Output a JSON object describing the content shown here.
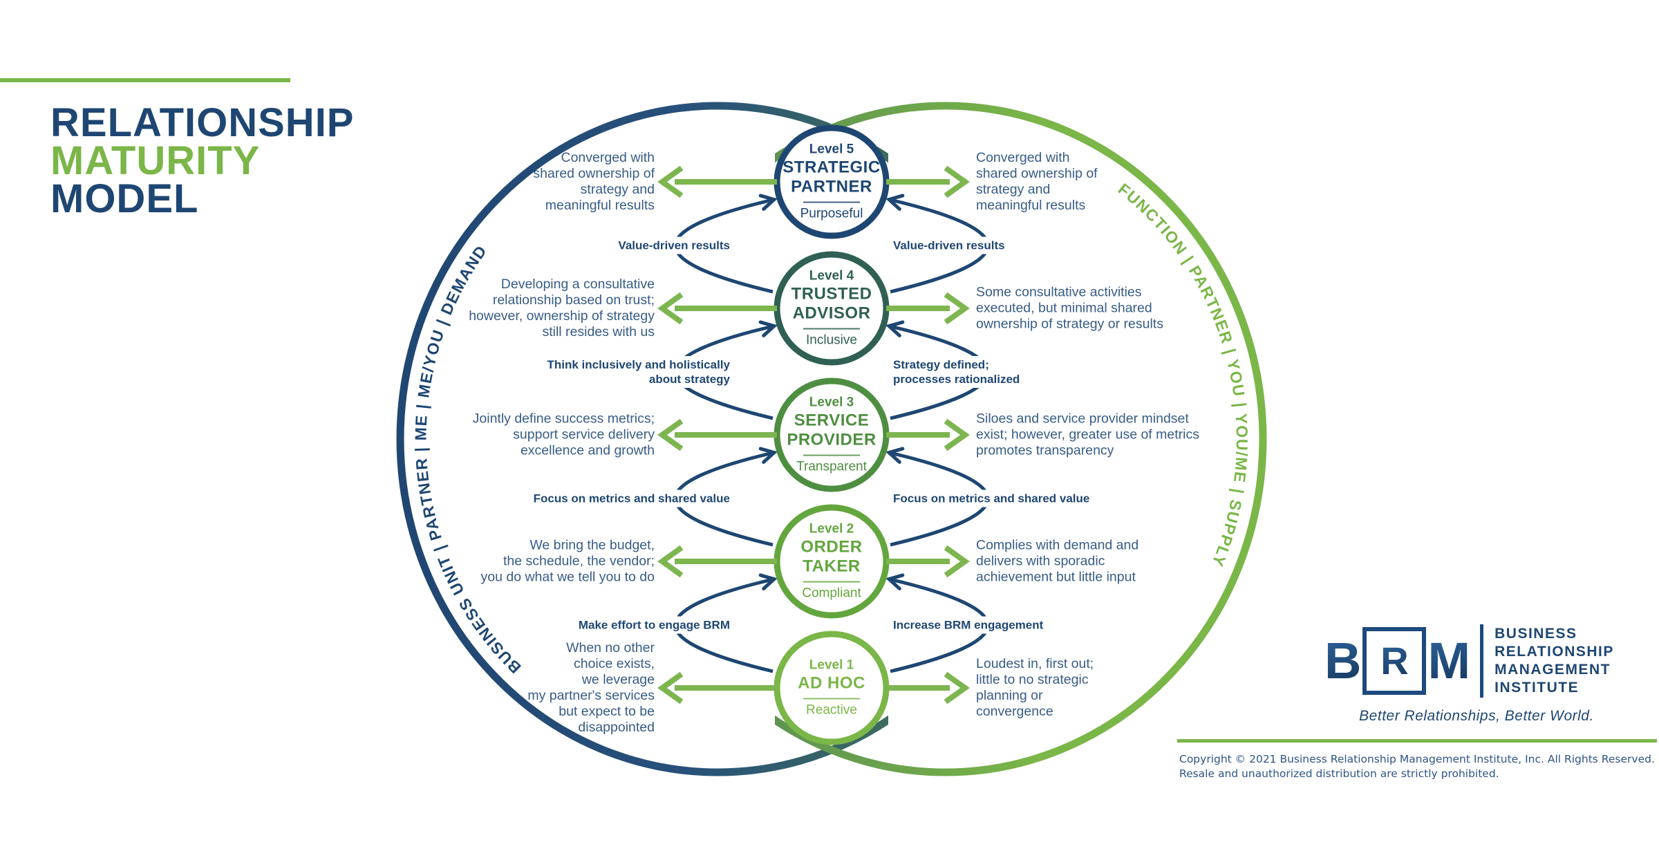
{
  "title": {
    "line1": "RELATIONSHIP",
    "line2": "MATURITY",
    "line3": "MODEL"
  },
  "palette": {
    "navy": "#1e4672",
    "green": "#7ab648",
    "arrow_green": "#7db54f",
    "dark_green": "#4d8050",
    "teal": "#2f6053",
    "body_text": "#375c86"
  },
  "rings": {
    "left_text": "BUSINESS UNIT | PARTNER | ME | ME/YOU | DEMAND",
    "right_text": "FUNCTION | PARTNER | YOU | YOU/ME | SUPPLY"
  },
  "levels": [
    {
      "level_label": "Level 5",
      "name": "STRATEGIC\nPARTNER",
      "trait": "Purposeful",
      "color": "#1e4672",
      "left_text": "Converged with\nshared ownership of\nstrategy and\nmeaningful results",
      "right_text": "Converged with\nshared ownership of\nstrategy and\nmeaningful results"
    },
    {
      "level_label": "Level 4",
      "name": "TRUSTED\nADVISOR",
      "trait": "Inclusive",
      "color": "#2f6053",
      "left_text": "Developing a consultative\nrelationship based on trust;\nhowever, ownership of strategy\nstill resides with us",
      "right_text": "Some consultative activities\nexecuted, but minimal shared\nownership of strategy or results"
    },
    {
      "level_label": "Level 3",
      "name": "SERVICE\nPROVIDER",
      "trait": "Transparent",
      "color": "#4e8e41",
      "left_text": "Jointly define success metrics;\nsupport service delivery\nexcellence and growth",
      "right_text": "Siloes and service provider mindset\nexist; however, greater use of metrics\npromotes transparency"
    },
    {
      "level_label": "Level 2",
      "name": "ORDER\nTAKER",
      "trait": "Compliant",
      "color": "#63a63e",
      "left_text": "We bring the budget,\nthe schedule, the vendor;\nyou do what we tell you to do",
      "right_text": "Complies with demand and\ndelivers with sporadic\nachievement but little input"
    },
    {
      "level_label": "Level 1",
      "name": "AD HOC",
      "trait": "Reactive",
      "color": "#7ab648",
      "left_text": "When no other\nchoice exists,\nwe leverage\nmy partner's services\nbut expect to be\ndisappointed",
      "right_text": "Loudest in, first out;\nlittle to no strategic\nplanning or\nconvergence"
    }
  ],
  "transitions": [
    {
      "left_label": "Value-driven results",
      "right_label": "Value-driven results"
    },
    {
      "left_label": "Think inclusively and holistically\nabout strategy",
      "right_label": "Strategy defined;\nprocesses rationalized"
    },
    {
      "left_label": "Focus on metrics and shared value",
      "right_label": "Focus on metrics and shared value"
    },
    {
      "left_label": "Make effort to engage BRM",
      "right_label": "Increase BRM engagement"
    }
  ],
  "logo": {
    "letter_b": "B",
    "letter_r": "R",
    "letter_m": "M",
    "org_name": "BUSINESS\nRELATIONSHIP\nMANAGEMENT\nINSTITUTE",
    "tagline": "Better Relationships, Better World."
  },
  "footer": {
    "copyright": "Copyright © 2021 Business Relationship Management Institute, Inc. All Rights Reserved.\nResale and unauthorized distribution are strictly prohibited."
  }
}
